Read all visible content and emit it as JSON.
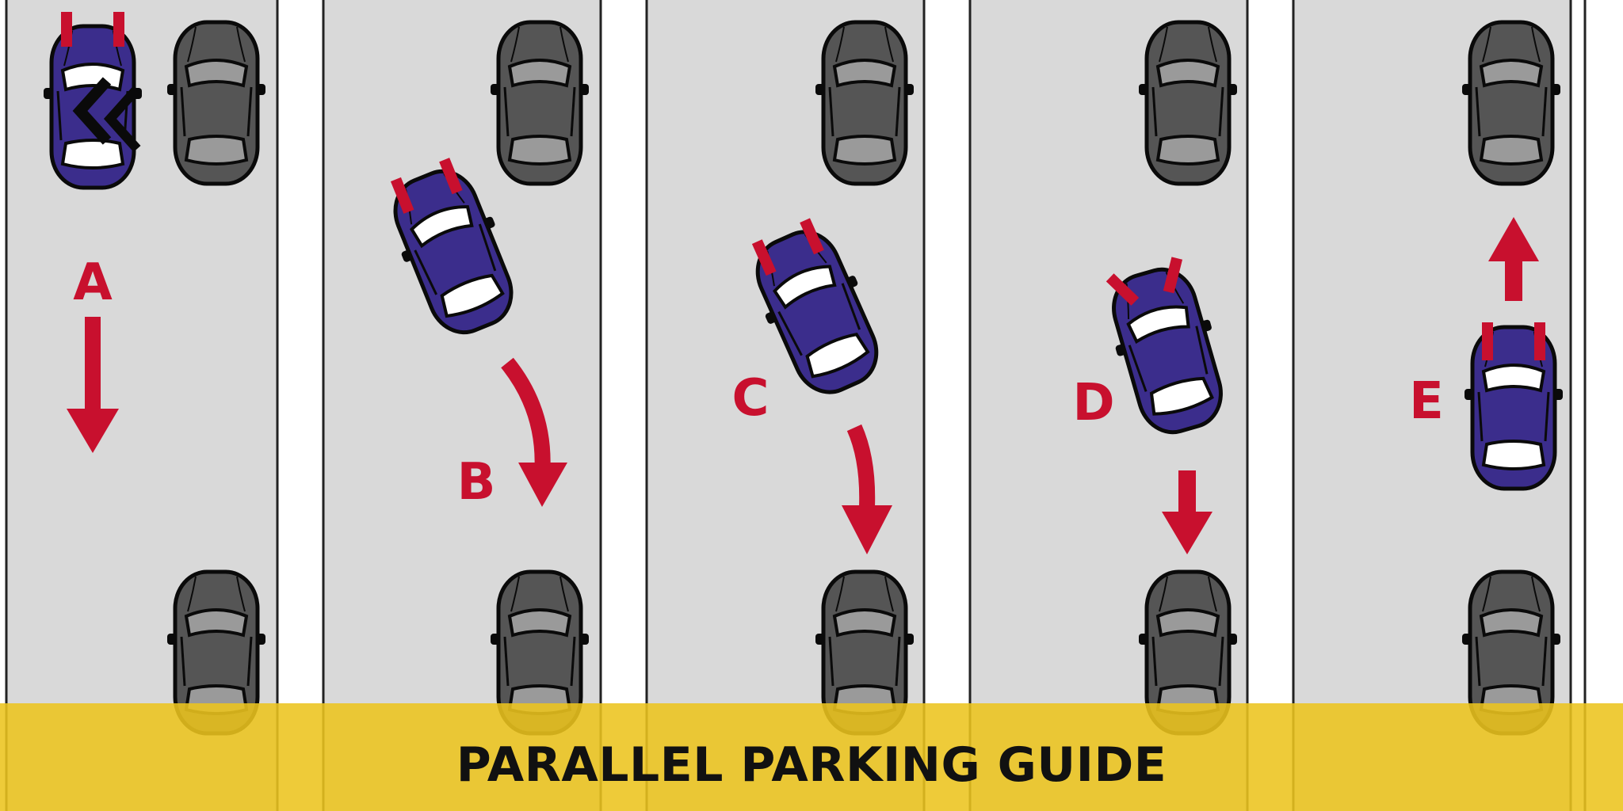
{
  "title": "PARALLEL PARKING GUIDE",
  "colors": {
    "road": "#d9d9d9",
    "curb": "#ffffff",
    "accent": "#c8102e",
    "subject_car": "#3b2d8c",
    "parked_car": "#555555",
    "banner": "#ecc41e",
    "text": "#111111"
  },
  "logo": {
    "name": "brand-logo-icon"
  },
  "steps": [
    {
      "label": "A",
      "arrow": "down"
    },
    {
      "label": "B",
      "arrow": "curve-down-right"
    },
    {
      "label": "C",
      "arrow": "curve-down"
    },
    {
      "label": "D",
      "arrow": "down"
    },
    {
      "label": "E",
      "arrow": "up"
    }
  ]
}
